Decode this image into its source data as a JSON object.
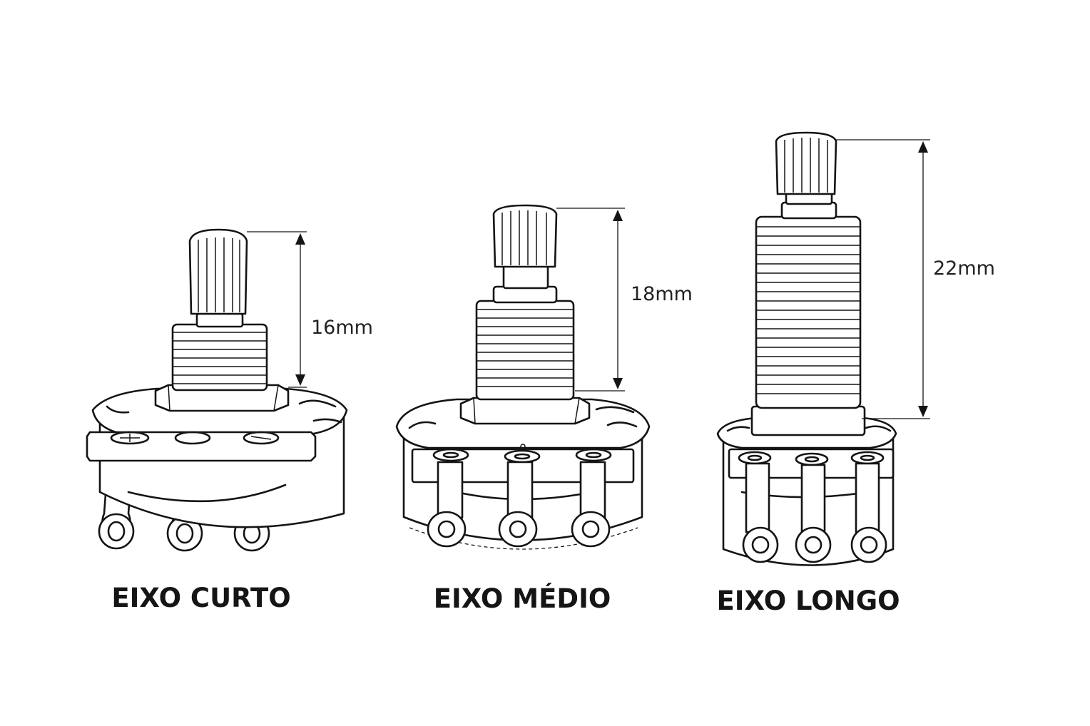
{
  "potentiometers": [
    {
      "caption": "EIXO CURTO",
      "shaft_length": "16mm"
    },
    {
      "caption": "EIXO MÉDIO",
      "shaft_length": "18mm"
    },
    {
      "caption": "EIXO LONGO",
      "shaft_length": "22mm"
    }
  ],
  "colors": {
    "line": "#141414",
    "background": "#ffffff"
  }
}
